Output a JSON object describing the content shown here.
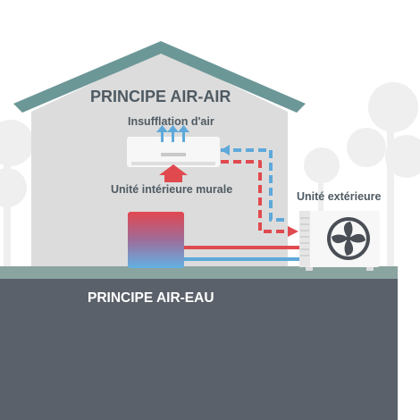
{
  "labels": {
    "house_title": "PRINCIPE AIR-AIR",
    "airflow": "Insufflation d'air",
    "indoor_unit": "Unité intérieure murale",
    "outdoor_unit": "Unité extérieure",
    "ground_title": "PRINCIPE AIR-EAU"
  },
  "colors": {
    "background": "#ffffff",
    "tree_silhouette": "#eeefee",
    "house_wall": "#dcdcdc",
    "roof": "#6c9797",
    "ground_strip": "#8aa4a0",
    "ground": "#5b616a",
    "label_dark": "#4f5a62",
    "label_light": "#ffffff",
    "hot": "#e04a4f",
    "cold": "#5ea9da",
    "unit_body": "#f7f7f7",
    "unit_vent": "#dedede",
    "fan": "#4a4f56"
  },
  "icons": {
    "air_arrows": "arrow-up-icon",
    "heat_arrow": "arrow-up-icon",
    "fan": "fan-icon"
  }
}
